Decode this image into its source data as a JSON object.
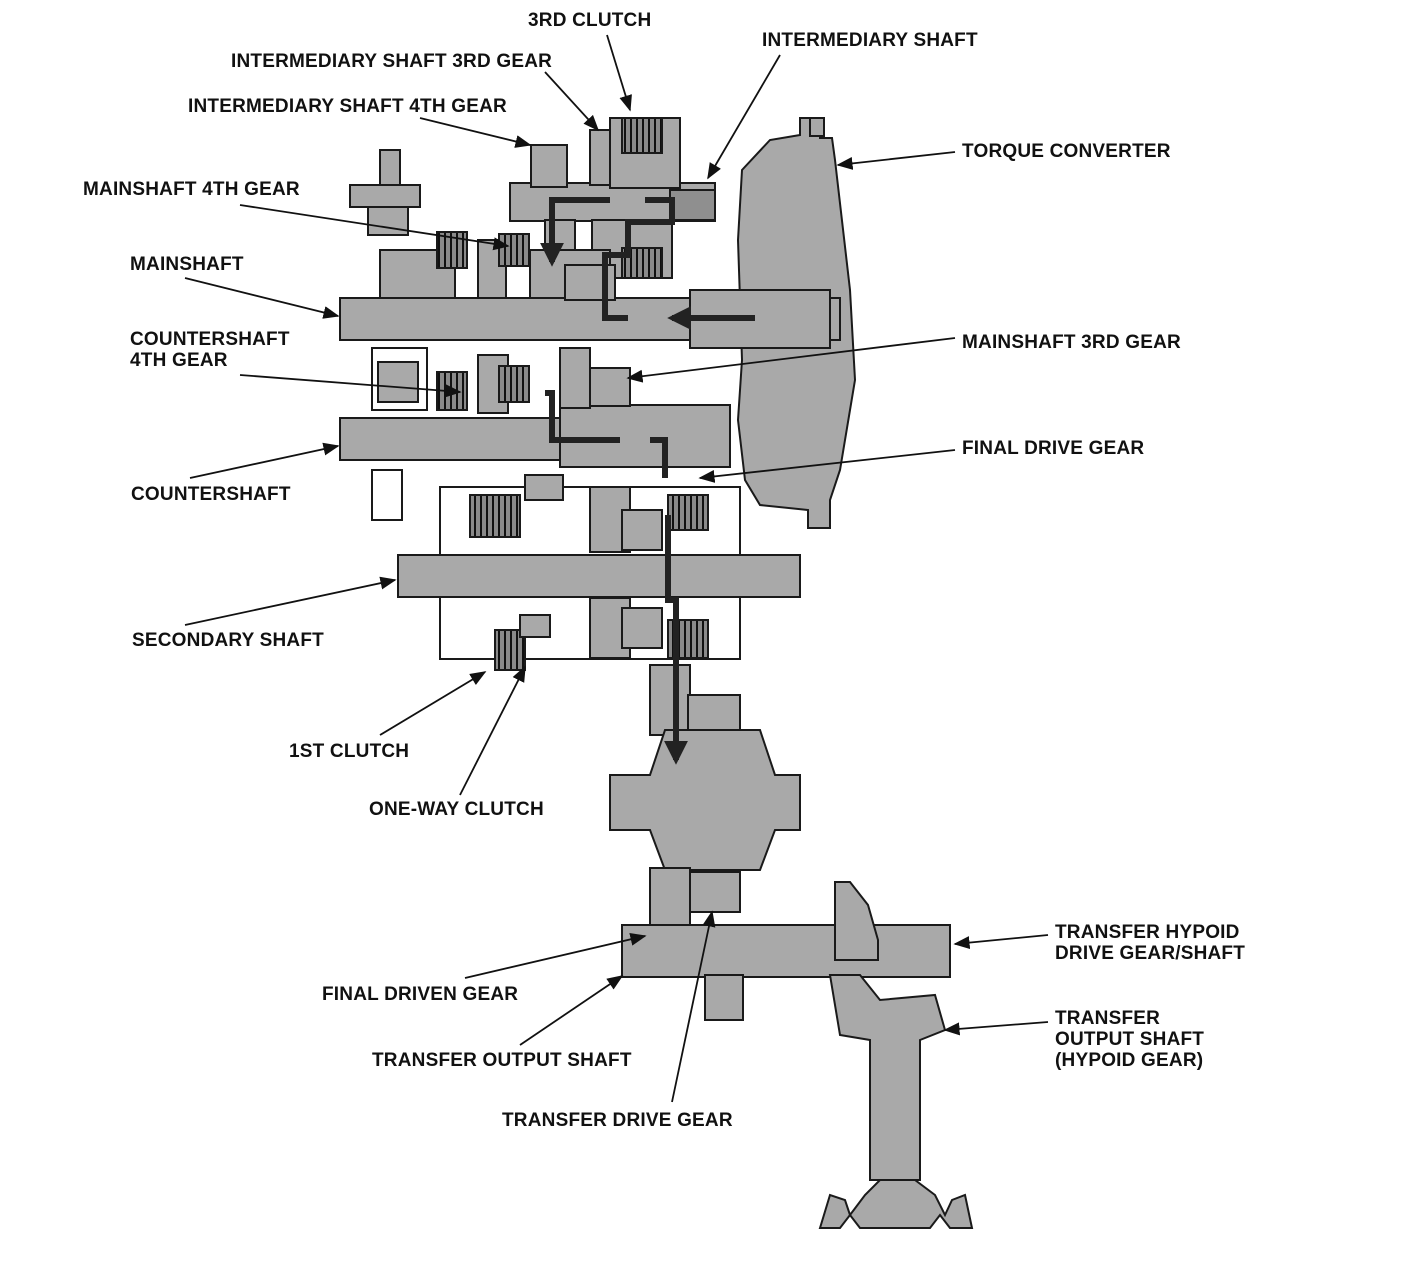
{
  "labels": {
    "third_clutch": "3RD CLUTCH",
    "intermediary_shaft_3rd_gear": "INTERMEDIARY SHAFT 3RD GEAR",
    "intermediary_shaft": "INTERMEDIARY SHAFT",
    "intermediary_shaft_4th_gear": "INTERMEDIARY SHAFT 4TH GEAR",
    "torque_converter": "TORQUE CONVERTER",
    "mainshaft_4th_gear": "MAINSHAFT 4TH GEAR",
    "mainshaft": "MAINSHAFT",
    "countershaft_4th_gear_line1": "COUNTERSHAFT",
    "countershaft_4th_gear_line2": "4TH GEAR",
    "mainshaft_3rd_gear": "MAINSHAFT 3RD GEAR",
    "final_drive_gear": "FINAL DRIVE GEAR",
    "countershaft": "COUNTERSHAFT",
    "secondary_shaft": "SECONDARY SHAFT",
    "first_clutch": "1ST CLUTCH",
    "one_way_clutch": "ONE-WAY CLUTCH",
    "transfer_hypoid_line1": "TRANSFER HYPOID",
    "transfer_hypoid_line2": "DRIVE GEAR/SHAFT",
    "final_driven_gear": "FINAL DRIVEN GEAR",
    "transfer_output_shaft_hypoid_line1": "TRANSFER",
    "transfer_output_shaft_hypoid_line2": "OUTPUT SHAFT",
    "transfer_output_shaft_hypoid_line3": "(HYPOID GEAR)",
    "transfer_output_shaft": "TRANSFER OUTPUT SHAFT",
    "transfer_drive_gear": "TRANSFER DRIVE GEAR"
  }
}
